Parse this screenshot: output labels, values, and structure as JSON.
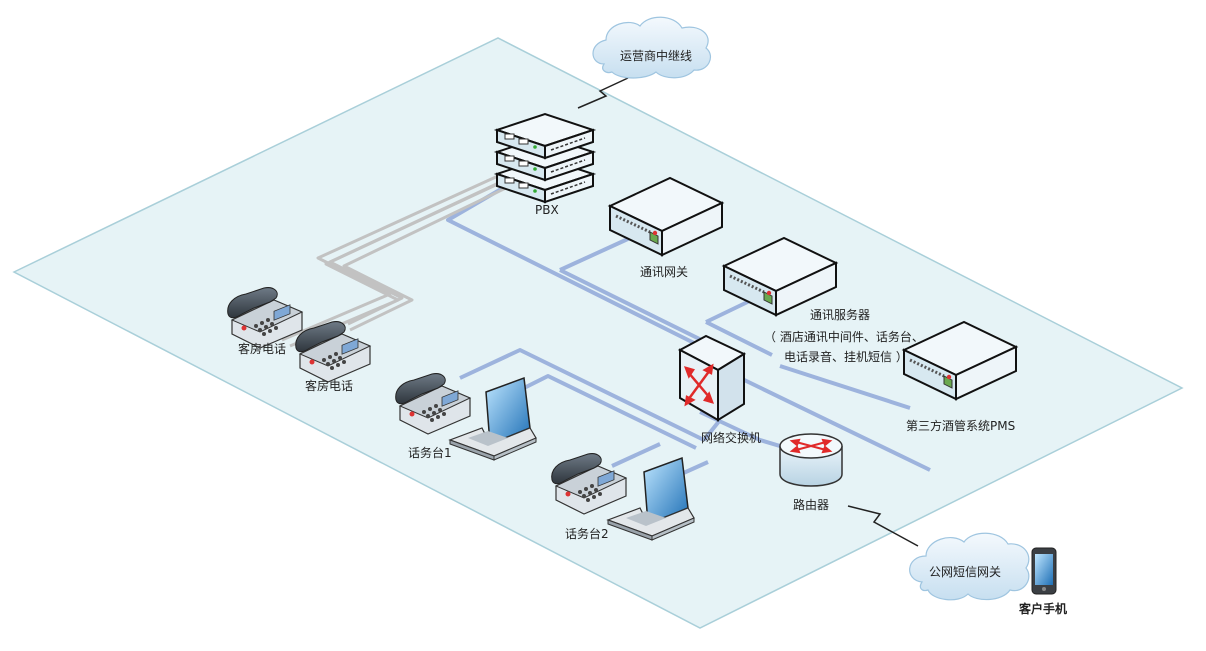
{
  "diagram": {
    "nodes": {
      "carrier_trunk": {
        "label": "运营商中继线",
        "icon": "cloud-icon"
      },
      "pbx": {
        "label": "PBX",
        "icon": "server-stack-icon"
      },
      "comm_gateway": {
        "label": "通讯网关",
        "icon": "server-icon"
      },
      "comm_server": {
        "label": "通讯服务器",
        "detail_line1": "（ 酒店通讯中间件、话务台、",
        "detail_line2": "电话录音、挂机短信 ）",
        "icon": "server-icon"
      },
      "pms": {
        "label": "第三方酒管系统PMS",
        "icon": "server-icon"
      },
      "guest_phone_1": {
        "label": "客房电话",
        "icon": "desk-phone-icon"
      },
      "guest_phone_2": {
        "label": "客房电话",
        "icon": "desk-phone-icon"
      },
      "switch": {
        "label": "网络交换机",
        "icon": "network-switch-icon"
      },
      "console_1": {
        "label": "话务台1",
        "icon": "desk-phone-laptop-icon"
      },
      "console_2": {
        "label": "话务台2",
        "icon": "desk-phone-laptop-icon"
      },
      "router": {
        "label": "路由器",
        "icon": "router-icon"
      },
      "sms_gateway": {
        "label": "公网短信网关",
        "icon": "cloud-icon"
      },
      "mobile": {
        "label": "客户手机",
        "icon": "mobile-phone-icon"
      }
    },
    "colors": {
      "platform_fill": "#e6f3f6",
      "platform_stroke": "#a9cfd9",
      "network_line": "#9db3dd",
      "phone_line": "#c2c2c2",
      "cloud_fill": "#dcecf7",
      "server_top": "#eef6fa",
      "server_side": "#cfe3ee",
      "arrow_red": "#e02a2a"
    }
  }
}
